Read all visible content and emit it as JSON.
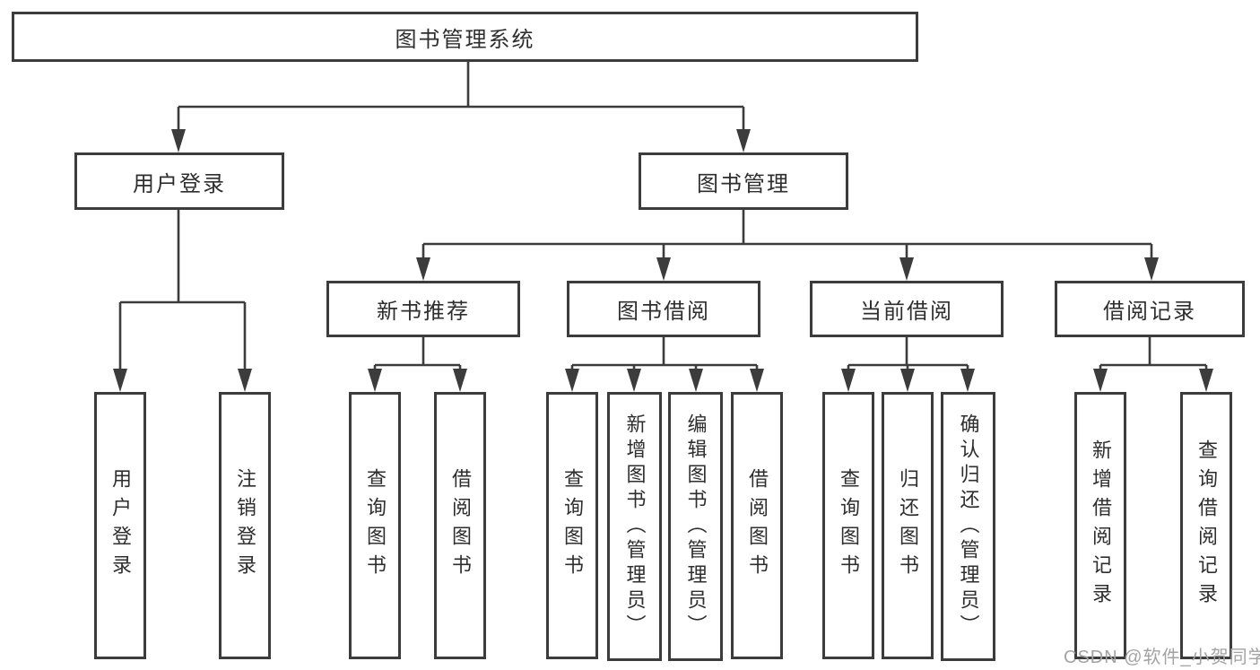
{
  "watermark": "CSDN @软件_小贺同学",
  "colors": {
    "line": "#3c3c3c",
    "box_border": "#3c3c3c",
    "text": "#2e2e2e",
    "background": "#ffffff",
    "watermark": "#a3a3a3"
  },
  "tree": {
    "label": "图书管理系统",
    "children": [
      {
        "label": "用户登录",
        "children": [
          {
            "label": "用户登录"
          },
          {
            "label": "注销登录"
          }
        ]
      },
      {
        "label": "图书管理",
        "children": [
          {
            "label": "新书推荐",
            "children": [
              {
                "label": "查询图书"
              },
              {
                "label": "借阅图书"
              }
            ]
          },
          {
            "label": "图书借阅",
            "children": [
              {
                "label": "查询图书"
              },
              {
                "label": "新增图书（管理员）"
              },
              {
                "label": "编辑图书（管理员）"
              },
              {
                "label": "借阅图书"
              }
            ]
          },
          {
            "label": "当前借阅",
            "children": [
              {
                "label": "查询图书"
              },
              {
                "label": "归还图书"
              },
              {
                "label": "确认归还（管理员）"
              }
            ]
          },
          {
            "label": "借阅记录",
            "children": [
              {
                "label": "新增借阅记录"
              },
              {
                "label": "查询借阅记录"
              }
            ]
          }
        ]
      }
    ]
  }
}
